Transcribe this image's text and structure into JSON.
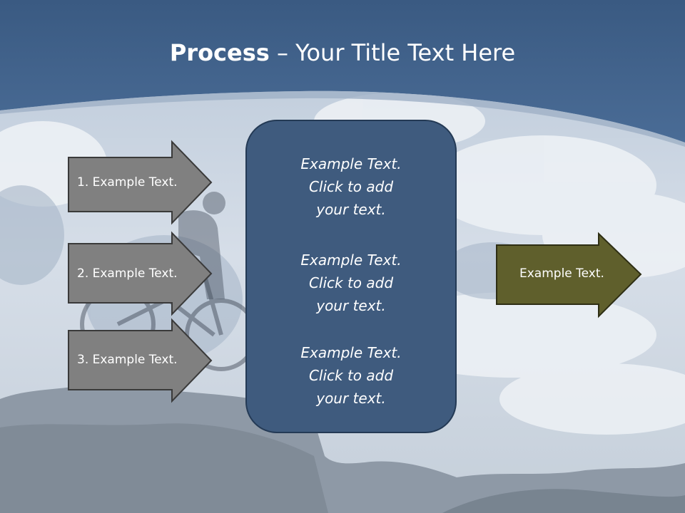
{
  "slide": {
    "title_bold": "Process",
    "title_rest": " – Your Title Text Here"
  },
  "inputs": [
    {
      "label": "1. Example Text."
    },
    {
      "label": "2. Example Text."
    },
    {
      "label": "3. Example Text."
    }
  ],
  "center_box": {
    "paragraphs": [
      {
        "line1": "Example Text.",
        "line2": "Click  to add",
        "line3": "your text."
      },
      {
        "line1": "Example Text.",
        "line2": "Click  to add",
        "line3": "your text."
      },
      {
        "line1": "Example Text.",
        "line2": "Click  to add",
        "line3": "your text."
      }
    ]
  },
  "output": {
    "label": "Example Text."
  },
  "colors": {
    "header_blue": "#3f5f87",
    "input_arrow": "#808080",
    "center_box": "#3f5b7e",
    "output_arrow": "#5f5f2c"
  }
}
